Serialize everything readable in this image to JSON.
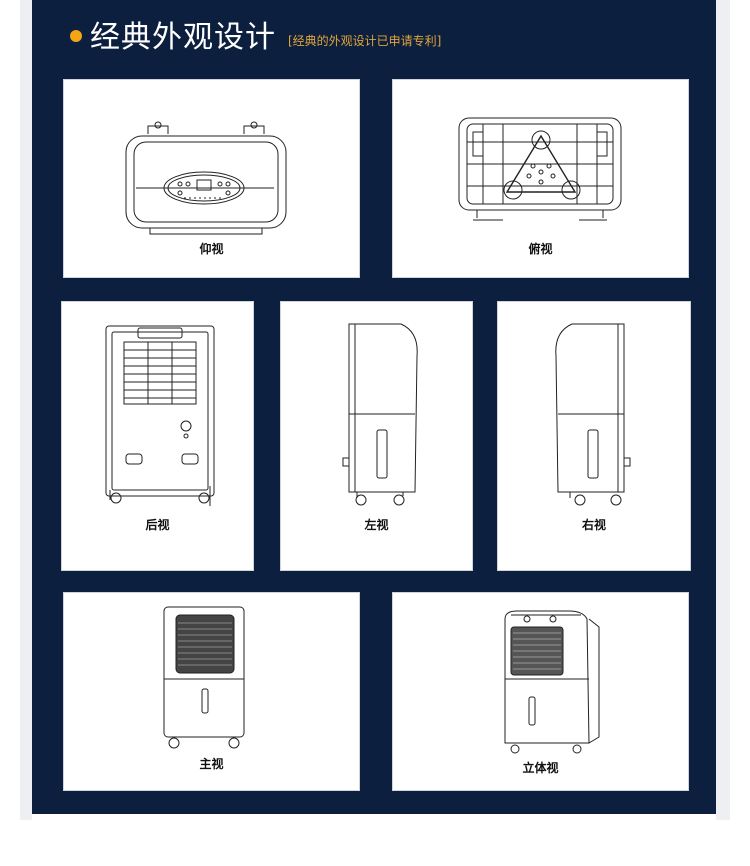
{
  "header": {
    "title": "经典外观设计",
    "subtitle": "[经典的外观设计已申请专利]"
  },
  "views": {
    "bottom": "仰视",
    "top": "俯视",
    "back": "后视",
    "left": "左视",
    "right": "右视",
    "front": "主视",
    "iso": "立体视"
  },
  "colors": {
    "panel": "#0d1f3f",
    "accent": "#f2a516",
    "subtitle": "#e0a53a"
  }
}
